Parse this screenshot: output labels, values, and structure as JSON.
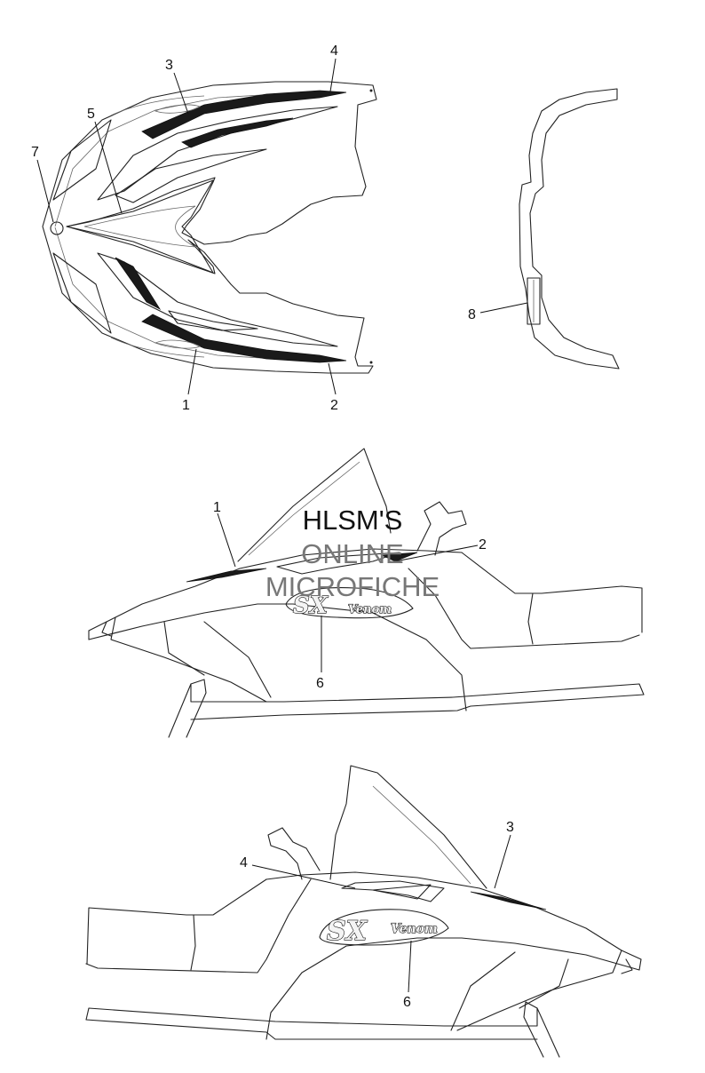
{
  "callouts": {
    "top_view": [
      "1",
      "2",
      "3",
      "4",
      "5",
      "7"
    ],
    "rear_view": [
      "8"
    ],
    "side_left": [
      "1",
      "2",
      "6"
    ],
    "side_right": [
      "3",
      "4",
      "6"
    ]
  },
  "watermark": {
    "line1": "HLSM'S",
    "line2": "ONLINE",
    "line3": "MICROFICHE"
  },
  "decal_logo": {
    "text_sx": "SX",
    "text_venom": "Venom"
  },
  "colors": {
    "line": "#222222",
    "decal_dark": "#1a1a1a",
    "watermark_gray": "#777777",
    "background": "#ffffff"
  }
}
